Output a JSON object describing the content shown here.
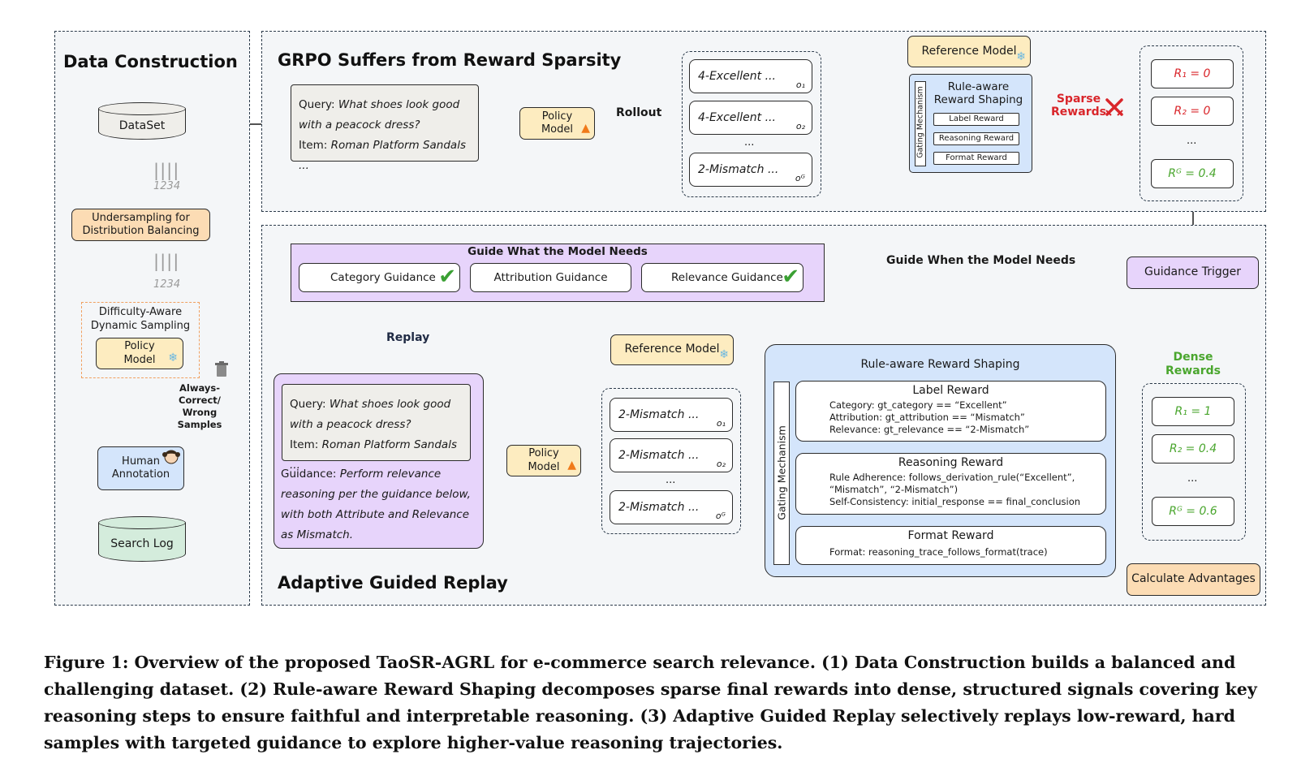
{
  "panels": {
    "data_construction": "Data Construction",
    "grpo": "GRPO Suffers from Reward Sparsity",
    "agr": "Adaptive Guided Replay"
  },
  "data_construction": {
    "dataset": "DataSet",
    "undersampling": "Undersampling for\nDistribution Balancing",
    "difficulty": "Difficulty-Aware\nDynamic Sampling",
    "policy_model": "Policy\nModel",
    "discard": "Always-Correct/\nWrong Samples",
    "human_annotation": "Human\nAnnotation",
    "search_log": "Search Log",
    "tally": "||||",
    "tally_digits": "1234"
  },
  "grpo": {
    "query_label": "Query:",
    "query_text": "What shoes look good with a peacock dress?",
    "item_label": "Item:",
    "item_text": "Roman Platform Sandals ...",
    "policy_model": "Policy\nModel",
    "rollout": "Rollout",
    "outputs": [
      {
        "text": "4-Excellent ...",
        "sub": "o₁"
      },
      {
        "text": "4-Excellent ...",
        "sub": "o₂"
      },
      {
        "text": "2-Mismatch ...",
        "sub": "oᴳ"
      }
    ],
    "ellipsis": "...",
    "reference_model": "Reference Model",
    "gating": "Gating Mechanism",
    "rule_shaping": "Rule-aware\nReward Shaping",
    "label_reward": "Label Reward",
    "reasoning_reward": "Reasoning Reward",
    "format_reward": "Format Reward",
    "sparse": "Sparse\nRewards",
    "rewards": [
      "R₁ = 0",
      "R₂ = 0",
      "...",
      "Rᴳ = 0.4"
    ]
  },
  "agr": {
    "guide_what": "Guide What the Model Needs",
    "guidances": [
      "Category Guidance",
      "Attribution Guidance",
      "Relevance Guidance"
    ],
    "guide_when": "Guide When the Model Needs",
    "guidance_trigger": "Guidance Trigger",
    "replay": "Replay",
    "query_label": "Query:",
    "query_text": "What shoes look good with a peacock dress?",
    "item_label": "Item:",
    "item_text": "Roman Platform Sandals ...",
    "guidance_label": "Guidance:",
    "guidance_text": "Perform relevance reasoning per the guidance below, with both Attribute and Relevance as Mismatch.",
    "policy_model": "Policy\nModel",
    "reference_model": "Reference Model",
    "outputs": [
      {
        "text": "2-Mismatch ...",
        "sub": "o₁"
      },
      {
        "text": "2-Mismatch ...",
        "sub": "o₂"
      },
      {
        "text": "2-Mismatch ...",
        "sub": "oᴳ"
      }
    ],
    "ellipsis": "...",
    "rule_shaping": "Rule-aware Reward Shaping",
    "gating": "Gating Mechanism",
    "label_reward": "Label Reward",
    "label_lines": [
      "Category: gt_category == “Excellent”",
      "Attribution: gt_attribution == “Mismatch”",
      "Relevance: gt_relevance == “2-Mismatch”"
    ],
    "reasoning_reward": "Reasoning Reward",
    "reasoning_lines": [
      "Rule Adherence: follows_derivation_rule(“Excellent”,",
      "“Mismatch”, “2-Mismatch”)",
      "Self-Consistency: initial_response == final_conclusion"
    ],
    "format_reward": "Format Reward",
    "format_lines": [
      "Format: reasoning_trace_follows_format(trace)"
    ],
    "dense": "Dense\nRewards",
    "rewards": [
      "R₁ = 1",
      "R₂ = 0.4",
      "...",
      "Rᴳ = 0.6"
    ],
    "calc": "Calculate Advantages"
  },
  "caption": "Figure 1: Overview of the proposed TaoSR-AGRL for e-commerce search relevance. (1) Data Construction builds a balanced and challenging dataset. (2) Rule-aware Reward Shaping decomposes sparse final rewards into dense, structured signals covering key reasoning steps to ensure faithful and interpretable reasoning. (3) Adaptive Guided Replay selectively replays low-reward, hard samples with targeted guidance to explore higher-value reasoning trajectories.",
  "colors": {
    "sparse": "#d9262b",
    "dense": "#4aa62e",
    "ice": "#6bb7e0",
    "fire": "#f07a1a"
  },
  "icons": [
    "fire-icon",
    "snowflake-icon",
    "trash-icon",
    "cross-swords-icon",
    "check-icon",
    "annotator-avatar-icon"
  ]
}
